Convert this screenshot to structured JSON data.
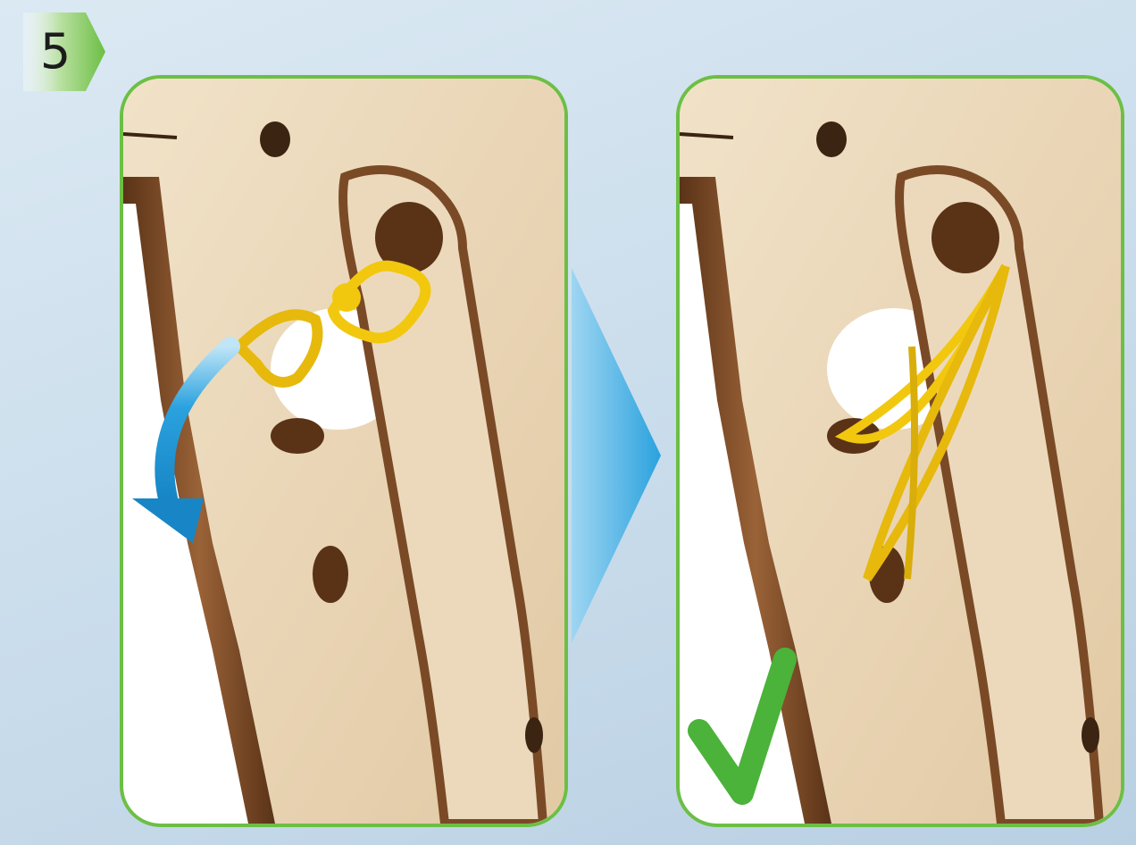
{
  "step": {
    "number": "5"
  },
  "colors": {
    "badge_green": "#6cbf44",
    "panel_border": "#6cbf44",
    "wood_light": "#ecd9bc",
    "wood_dark": "#7a4a26",
    "rubber_band": "#f2c80f",
    "instruction_arrow": "#2aa2de",
    "check_mark": "#4bb23a"
  },
  "panels": [
    {
      "state": "twist-rubber-band",
      "icon": "curved-arrow-icon"
    },
    {
      "state": "rubber-band-installed",
      "icon": "check-mark-icon"
    }
  ],
  "transition_icon": "chevron-right-icon"
}
